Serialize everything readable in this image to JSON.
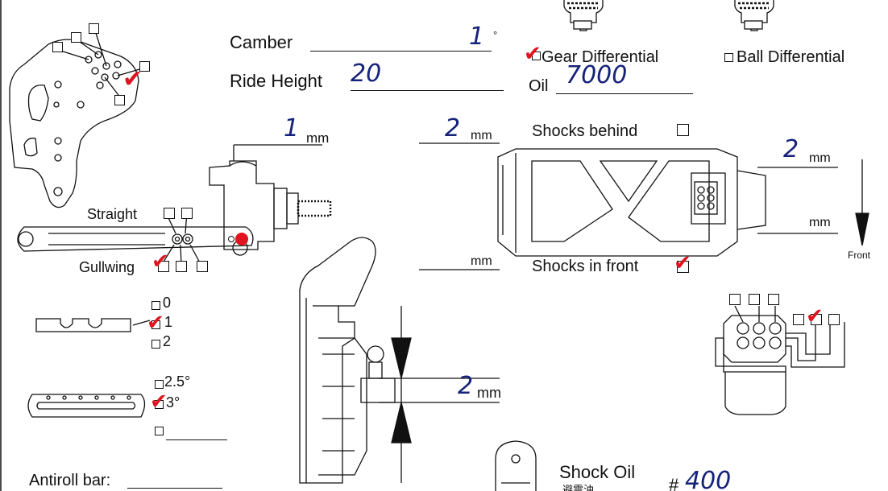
{
  "fields": {
    "camber_label": "Camber",
    "camber_value": "1",
    "camber_unit": "°",
    "ride_height_label": "Ride Height",
    "ride_height_value": "20",
    "oil_label": "Oil",
    "oil_value": "7000",
    "gear_diff_label": "Gear Differential",
    "ball_diff_label": "Ball Differential",
    "mm1_value": "1",
    "mm2_value": "2",
    "mm3_value": "2",
    "mm4_value": "2",
    "mm_unit": "mm",
    "shocks_behind_label": "Shocks behind",
    "shocks_front_label": "Shocks in front",
    "straight_label": "Straight",
    "gullwing_label": "Gullwing",
    "front_label": "Front",
    "spacer_0": "0",
    "spacer_1": "1",
    "spacer_2": "2",
    "angle_25": "2.5°",
    "angle_3": "3°",
    "antiroll_label": "Antiroll bar:",
    "shock_oil_label": "Shock Oil",
    "shock_oil_cn": "避震油",
    "shock_oil_hash": "#",
    "shock_oil_value": "400",
    "check_mark": "✔"
  },
  "selections": {
    "gear_differential": true,
    "ball_differential": false,
    "shocks_behind": false,
    "shocks_in_front": true,
    "gullwing_position": 1,
    "spacer": "1",
    "angle": "3°"
  },
  "colors": {
    "ink": "#111111",
    "handwriting": "#16237a",
    "check": "#e0141e"
  }
}
